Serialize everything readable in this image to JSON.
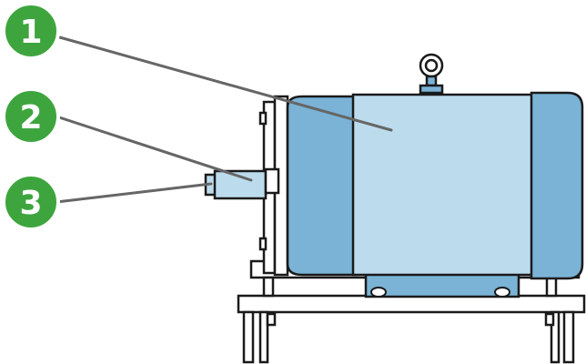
{
  "colors": {
    "marker_fill": "#3ea53e",
    "marker_ring": "#2b8a2b",
    "stator_light": "#bcdcee",
    "end_cap_dark": "#7ab3d6",
    "outline": "#1a1a1a",
    "leader_line": "#666666",
    "background": "#ffffff"
  },
  "callouts": [
    {
      "number": "1",
      "part": "stator-housing"
    },
    {
      "number": "2",
      "part": "shaft-coupling"
    },
    {
      "number": "3",
      "part": "output-shaft"
    }
  ]
}
